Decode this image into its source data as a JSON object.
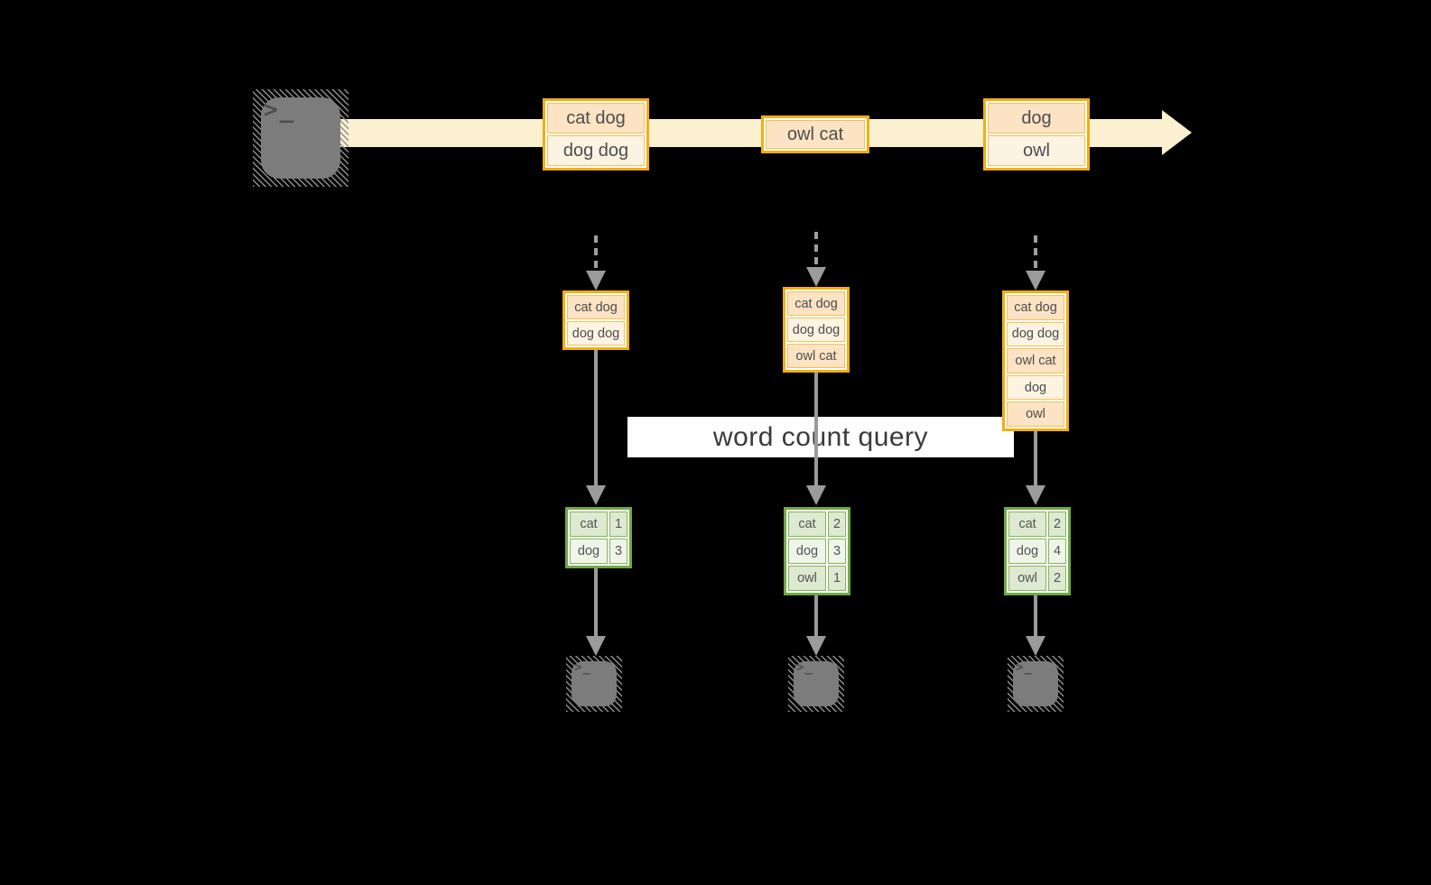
{
  "query_label": "word count query",
  "icons": {
    "terminal_prompt": ">_"
  },
  "colors": {
    "background": "#000000",
    "stream_band": "#fbf0cf",
    "orange_border": "#f2ae14",
    "peach_cell": "#fbe3c4",
    "cream_cell": "#fdf3e3",
    "green_border": "#6faa43",
    "green_cell_dark": "#dde9d1",
    "green_cell_light": "#eff5e9",
    "arrow_gray": "#9b9b9b",
    "terminal_gray": "#7c7c7c"
  },
  "timeline": {
    "events": [
      {
        "cells": [
          "cat dog",
          "dog dog"
        ]
      },
      {
        "cells": [
          "owl cat"
        ]
      },
      {
        "cells": [
          "dog",
          "owl"
        ]
      }
    ]
  },
  "columns": [
    {
      "stack": [
        "cat dog",
        "dog dog"
      ],
      "counts": [
        [
          "cat",
          "1"
        ],
        [
          "dog",
          "3"
        ]
      ]
    },
    {
      "stack": [
        "cat dog",
        "dog dog",
        "owl cat"
      ],
      "counts": [
        [
          "cat",
          "2"
        ],
        [
          "dog",
          "3"
        ],
        [
          "owl",
          "1"
        ]
      ]
    },
    {
      "stack": [
        "cat dog",
        "dog dog",
        "owl cat",
        "dog",
        "owl"
      ],
      "counts": [
        [
          "cat",
          "2"
        ],
        [
          "dog",
          "4"
        ],
        [
          "owl",
          "2"
        ]
      ]
    }
  ]
}
